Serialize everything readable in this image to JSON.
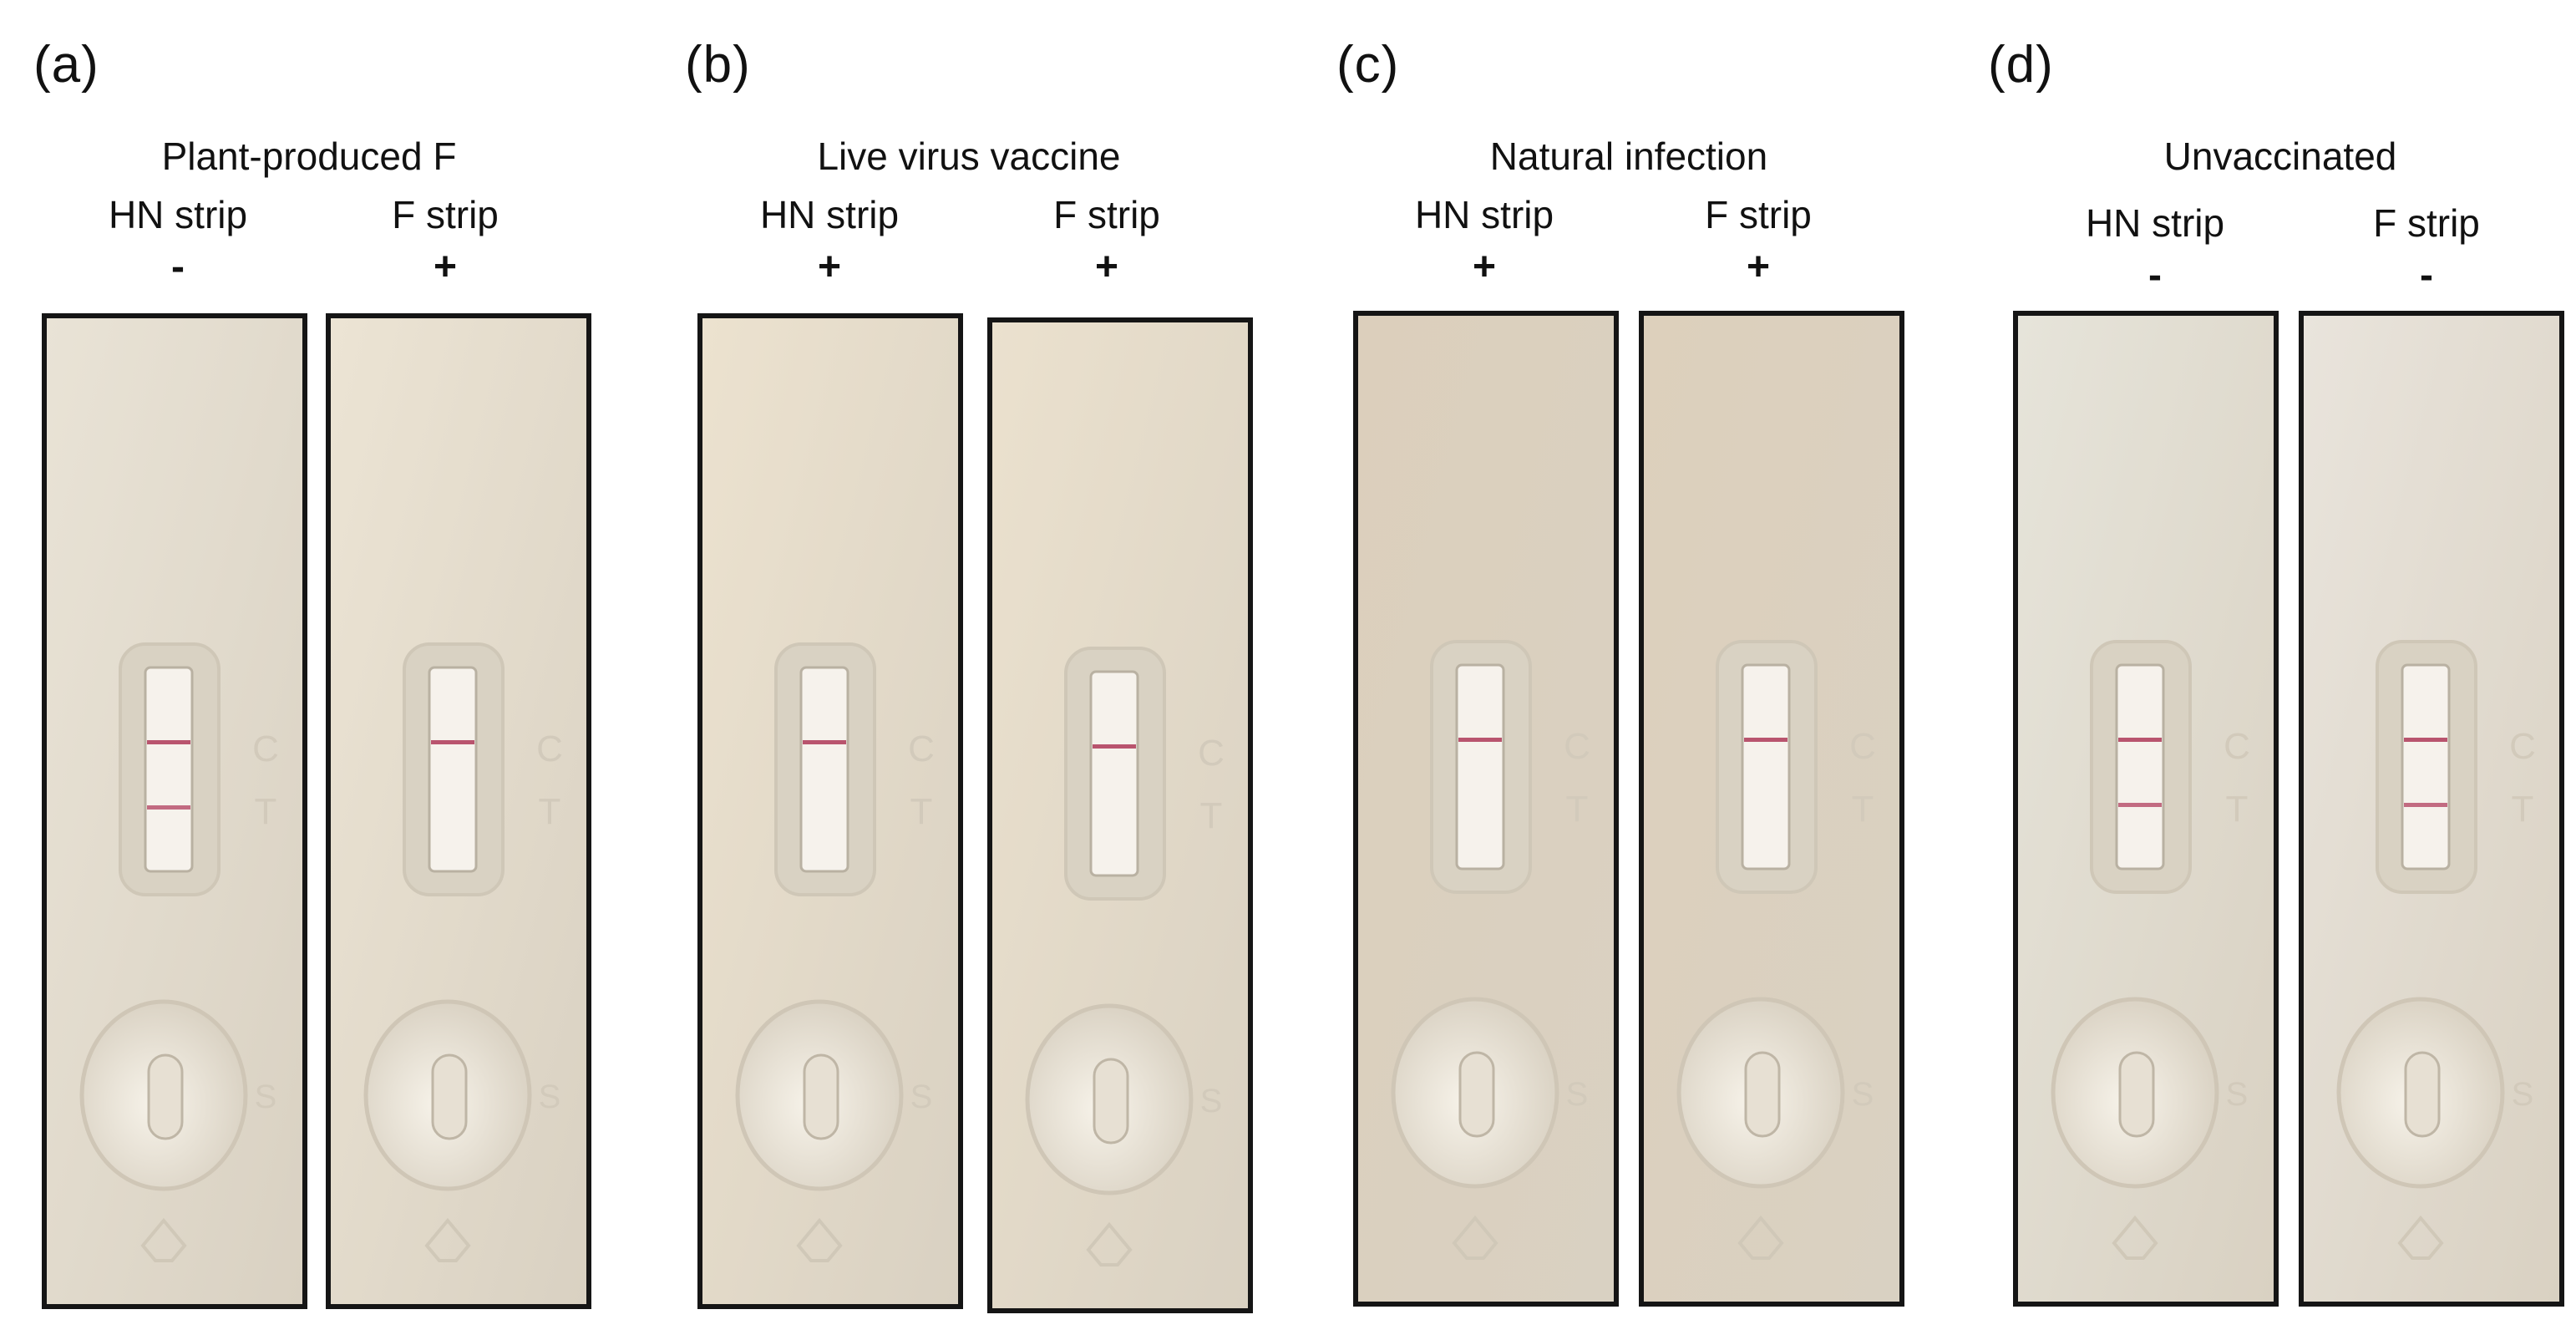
{
  "figure": {
    "panels": [
      {
        "letter": "(a)",
        "title": "Plant-produced F",
        "strips": [
          {
            "label": "HN strip",
            "sign": "-",
            "c_line": true,
            "t_line": true,
            "tone": "#e9e3d6"
          },
          {
            "label": "F strip",
            "sign": "+",
            "c_line": true,
            "t_line": false,
            "tone": "#ece4d4"
          }
        ]
      },
      {
        "letter": "(b)",
        "title": "Live virus vaccine",
        "strips": [
          {
            "label": "HN strip",
            "sign": "+",
            "c_line": true,
            "t_line": false,
            "tone": "#ece2cf"
          },
          {
            "label": "F strip",
            "sign": "+",
            "c_line": true,
            "t_line": false,
            "tone": "#ebe1ce"
          }
        ]
      },
      {
        "letter": "(c)",
        "title": "Natural infection",
        "strips": [
          {
            "label": "HN strip",
            "sign": "+",
            "c_line": true,
            "t_line": false,
            "tone": "#dccfbc"
          },
          {
            "label": "F strip",
            "sign": "+",
            "c_line": true,
            "t_line": false,
            "tone": "#ddd0bc"
          }
        ]
      },
      {
        "letter": "(d)",
        "title": "Unvaccinated",
        "strips": [
          {
            "label": "HN strip",
            "sign": "-",
            "c_line": true,
            "t_line": true,
            "tone": "#e6e4da"
          },
          {
            "label": "F strip",
            "sign": "-",
            "c_line": true,
            "t_line": true,
            "tone": "#e9e4dc"
          }
        ]
      }
    ],
    "window_letters": {
      "c": "C",
      "t": "T",
      "s": "S"
    },
    "line_color": "#b9546e"
  }
}
